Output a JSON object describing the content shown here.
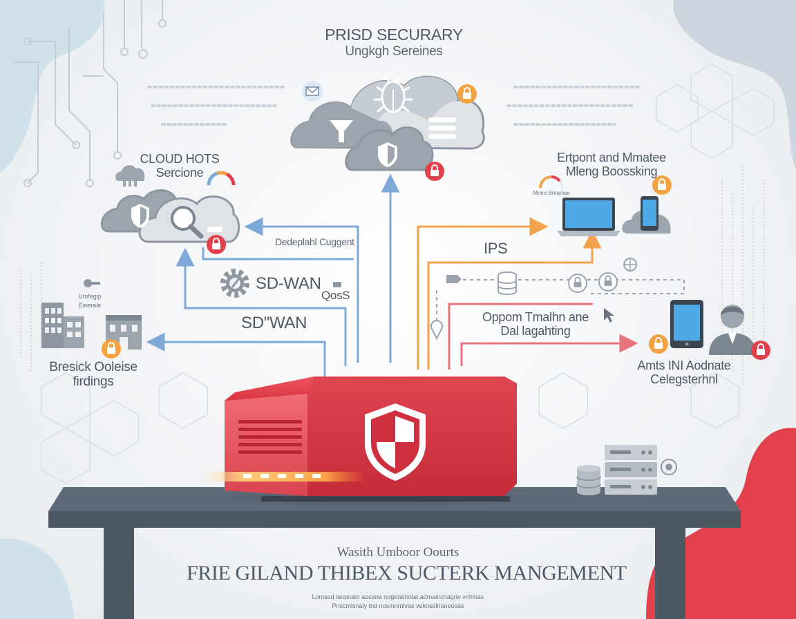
{
  "header": {
    "title": "PRISD SECURARY",
    "subtitle": "Ungkgh Sereines"
  },
  "left_cloud": {
    "title_line1": "CLOUD HOTS",
    "title_line2": "Sercione"
  },
  "right_top": {
    "line1": "Ertpont and Mmatee",
    "line2": "Mleng Boossking"
  },
  "labels": {
    "deployment": "Dedeplahl Cuggent",
    "sdwan_gear": "SD-WAN",
    "qos": "QosS",
    "sdwan": "SD\"WAN",
    "ips": "IPS",
    "oppon_line1": "Oppom Tmalhn ane",
    "oppon_line2": "Dal lagahting",
    "branch_line1": "Bresick Ooleise",
    "branch_line2": "firdings",
    "right_mid_line1": "Amts INI Aodnate",
    "right_mid_line2": "Celegsterhnl",
    "small_top_left_1": "Umfegip",
    "small_top_left_2": "Ewerale",
    "small_gauge": "Mmrs Bmanwe"
  },
  "footer": {
    "kicker": "Wasith Umboor Oourts",
    "title": "FRIE GILAND THIBEX SUCTERK MANGEMENT",
    "fine_line1": "Lomsad lanpnam aocene nogenehobe admainchagne vnhlnas",
    "fine_line2": "Pnscmlsnaly tnd nosmrenlvas veknselnoneosas"
  },
  "icons": [
    "mail-icon",
    "bug-icon",
    "filter-icon",
    "list-icon",
    "shield-icon",
    "lock-icon",
    "search-icon",
    "gear-icon",
    "laptop-icon",
    "phone-icon",
    "tablet-icon",
    "user-icon",
    "building-icon",
    "database-icon",
    "server-rack-icon",
    "firewall-appliance-icon",
    "cursor-icon"
  ],
  "colors": {
    "accent_red": "#e2404a",
    "appliance_red": "#cf2f3c",
    "line_blue": "#7fa9d9",
    "line_orange": "#f2a24b",
    "line_red": "#e9737b",
    "cloud_grey": "#8e97a1",
    "text_grey": "#4d5966",
    "lock_orange": "#f5a340",
    "desk_grey": "#5d6b78"
  }
}
